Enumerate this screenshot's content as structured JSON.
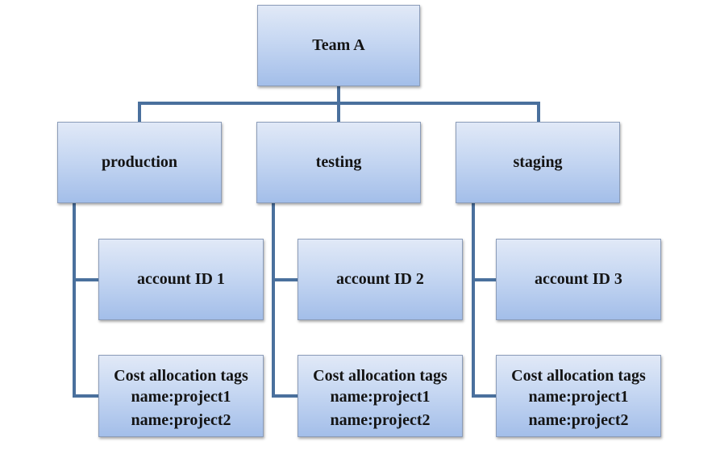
{
  "root": {
    "label": "Team A"
  },
  "environments": [
    {
      "label": "production",
      "account": "account ID 1",
      "tags": {
        "heading": "Cost allocation tags",
        "items": [
          "name:project1",
          "name:project2"
        ]
      }
    },
    {
      "label": "testing",
      "account": "account ID 2",
      "tags": {
        "heading": "Cost allocation tags",
        "items": [
          "name:project1",
          "name:project2"
        ]
      }
    },
    {
      "label": "staging",
      "account": "account ID 3",
      "tags": {
        "heading": "Cost allocation tags",
        "items": [
          "name:project1",
          "name:project2"
        ]
      }
    }
  ],
  "colors": {
    "connector": "#4a709d",
    "box_top": "#e1e9f7",
    "box_bottom": "#a3bee9"
  }
}
